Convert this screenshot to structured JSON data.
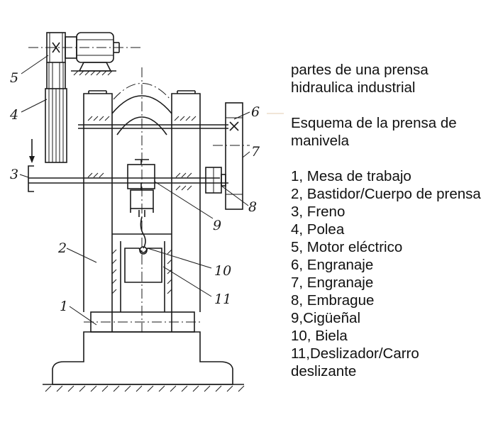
{
  "diagram": {
    "part_numbers": [
      "1",
      "2",
      "3",
      "4",
      "5",
      "6",
      "7",
      "8",
      "9",
      "10",
      "11"
    ]
  },
  "legend": {
    "title_line1": "partes de una prensa",
    "title_line2": "hidraulica industrial",
    "subtitle_line1": "Esquema de la prensa de",
    "subtitle_line2": "manivela",
    "items": [
      "1, Mesa de trabajo",
      "2, Bastidor/Cuerpo de prensa",
      "3, Freno",
      "4, Polea",
      "5, Motor eléctrico",
      "6, Engranaje",
      "7, Engranaje",
      "8, Embrague",
      "9,Cigüeñal",
      "10, Biela",
      "11,Deslizador/Carro",
      "deslizante"
    ]
  }
}
